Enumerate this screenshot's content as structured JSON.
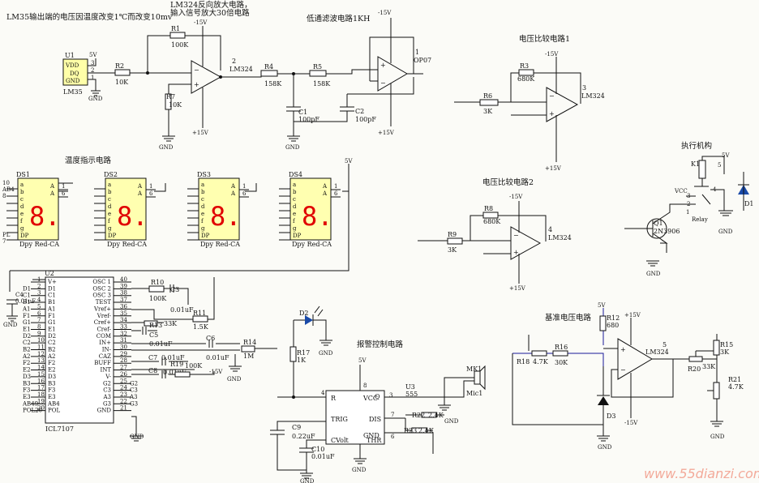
{
  "titles": {
    "lm35": "LM35输出端的电压因温度改变1℃而改变10mv",
    "amp_line1": "LM324反向放大电路，",
    "amp_line2": "输入信号放大30倍电路",
    "lowpass": "低通滤波电路1KH",
    "cmp1": "电压比较电路1",
    "cmp2": "电压比较电路2",
    "actuator": "执行机构",
    "temp_display": "温度指示电路",
    "ref_voltage": "基准电压电路",
    "alarm": "报警控制电路"
  },
  "rails": {
    "neg15": "-15V",
    "pos15": "+15V",
    "v5": "5V",
    "gnd": "GND",
    "vcc": "VCC"
  },
  "parts": {
    "u1": {
      "ref": "U1",
      "pins": [
        "VDD",
        "DQ",
        "GND"
      ],
      "part": "LM35",
      "pin_numbers": [
        "3",
        "2",
        "1"
      ]
    },
    "r1": {
      "ref": "R1",
      "value": "100K"
    },
    "r2": {
      "ref": "R2",
      "value": "10K"
    },
    "r7": {
      "ref": "R7",
      "value": "10K"
    },
    "r4": {
      "ref": "R4",
      "value": "158K"
    },
    "r5": {
      "ref": "R5",
      "value": "158K"
    },
    "c1": {
      "ref": "C1",
      "value": "100pF"
    },
    "c2": {
      "ref": "C2",
      "value": "100pF"
    },
    "opamp1": {
      "part": "LM324",
      "pin": "2"
    },
    "opamp_op07": {
      "part": "OP07",
      "pin": "1"
    },
    "r3": {
      "ref": "R3",
      "value": "680K"
    },
    "r6": {
      "ref": "R6",
      "value": "3K"
    },
    "opamp_cmp1": {
      "part": "LM324",
      "pin": "3"
    },
    "r8": {
      "ref": "R8",
      "value": "680K"
    },
    "r9": {
      "ref": "R9",
      "value": "3K"
    },
    "opamp_cmp2": {
      "part": "LM324",
      "pin": "4"
    },
    "k1": {
      "ref": "K1",
      "part": "Relay",
      "pins": [
        "1",
        "2",
        "3",
        "4",
        "5"
      ]
    },
    "d1": {
      "ref": "D1"
    },
    "q1": {
      "ref": "Q1",
      "part": "2N3906"
    },
    "u2": {
      "ref": "U2",
      "part": "ICL7107"
    },
    "r10": {
      "ref": "R10",
      "value": "100K"
    },
    "c3": {
      "ref": "C3",
      "value": "0.01uF"
    },
    "c4": {
      "ref": "C4",
      "value": "0.01uF"
    },
    "r11": {
      "ref": "R11",
      "value": "1.5K"
    },
    "r13": {
      "ref": "R13",
      "value": "33K"
    },
    "c5": {
      "ref": "C5",
      "value": "0.01uF"
    },
    "c6": {
      "ref": "C6",
      "value": "0.01uF"
    },
    "c7": {
      "ref": "C7",
      "value": "0.01uF"
    },
    "c8": {
      "ref": "C8",
      "value": "0.01uF"
    },
    "r19": {
      "ref": "R19",
      "value": "100K"
    },
    "r14": {
      "ref": "R14",
      "value": "1M"
    },
    "d2": {
      "ref": "D2"
    },
    "r17": {
      "ref": "R17",
      "value": "1K"
    },
    "u3": {
      "ref": "U3",
      "part": "555",
      "pins": [
        "R",
        "VCC",
        "TRIG",
        "Q",
        "DIS",
        "CVolt",
        "GND",
        "THR"
      ],
      "pin_numbers": [
        "4",
        "8",
        "3",
        "7",
        "6",
        "1"
      ]
    },
    "mk1": {
      "ref": "MK1",
      "part": "Mic1"
    },
    "r22": {
      "ref": "R22",
      "value": "2.4K"
    },
    "r23": {
      "ref": "R23",
      "value": "2.4K"
    },
    "c9": {
      "ref": "C9",
      "value": "0.22uF"
    },
    "c10": {
      "ref": "C10",
      "value": "0.01uF"
    },
    "r12": {
      "ref": "R12",
      "value": "680"
    },
    "r18": {
      "ref": "R18",
      "value": "4.7K"
    },
    "r16": {
      "ref": "R16",
      "value": "30K"
    },
    "d3": {
      "ref": "D3"
    },
    "opamp_ref": {
      "part": "LM324",
      "pin": "5"
    },
    "r20": {
      "ref": "R20",
      "value": "33K"
    },
    "r15": {
      "ref": "R15",
      "value": "3K"
    },
    "r21": {
      "ref": "R21",
      "value": "4.7K"
    }
  },
  "display": {
    "digit_glyph": "8.",
    "segments": [
      "a",
      "b",
      "c",
      "d",
      "e",
      "f",
      "g",
      "DP"
    ],
    "common": "A",
    "pin_numbers": [
      "1",
      "6"
    ],
    "part": "Dpy Red-CA",
    "ds1_left_labels": [
      "10",
      "AB4",
      "8",
      "",
      "",
      "",
      "",
      "",
      "PL",
      "7"
    ],
    "digits": [
      {
        "ref": "DS1"
      },
      {
        "ref": "DS2"
      },
      {
        "ref": "DS3"
      },
      {
        "ref": "DS4"
      }
    ]
  },
  "icl7107": {
    "left_pins": [
      "V+",
      "D1",
      "C1",
      "B1",
      "A1",
      "F1",
      "G1",
      "E1",
      "D2",
      "C2",
      "B2",
      "A2",
      "F2",
      "E2",
      "D3",
      "B3",
      "F3",
      "E3",
      "AB4",
      "POL"
    ],
    "left_numbers": [
      "1",
      "2",
      "3",
      "4",
      "5",
      "6",
      "7",
      "8",
      "9",
      "10",
      "11",
      "12",
      "13",
      "14",
      "15",
      "16",
      "17",
      "18",
      "19",
      "20"
    ],
    "left_net_labels": [
      "",
      "D1",
      "C1",
      "B1",
      "A1",
      "F1",
      "G1",
      "E1",
      "D2",
      "C2",
      "B2",
      "A2",
      "F2",
      "E2",
      "D3",
      "B3",
      "F3",
      "E3",
      "AB49",
      "POL20"
    ],
    "right_pins": [
      "OSC 1",
      "OSC 2",
      "OSC 3",
      "TEST",
      "Vref+",
      "Vref-",
      "Cref+",
      "Cref-",
      "COM",
      "IN+",
      "IN-",
      "CAZ",
      "BUFF",
      "INT",
      "V-",
      "G2",
      "C3",
      "A3",
      "G3",
      "GND"
    ],
    "right_numbers": [
      "40",
      "39",
      "38",
      "37",
      "36",
      "35",
      "34",
      "33",
      "32",
      "31",
      "30",
      "29",
      "28",
      "27",
      "26",
      "25",
      "24",
      "23",
      "22",
      "21"
    ],
    "right_net_labels": [
      "G2",
      "C3",
      "A3",
      "G3"
    ]
  },
  "watermark": "www.55dianzi.com"
}
